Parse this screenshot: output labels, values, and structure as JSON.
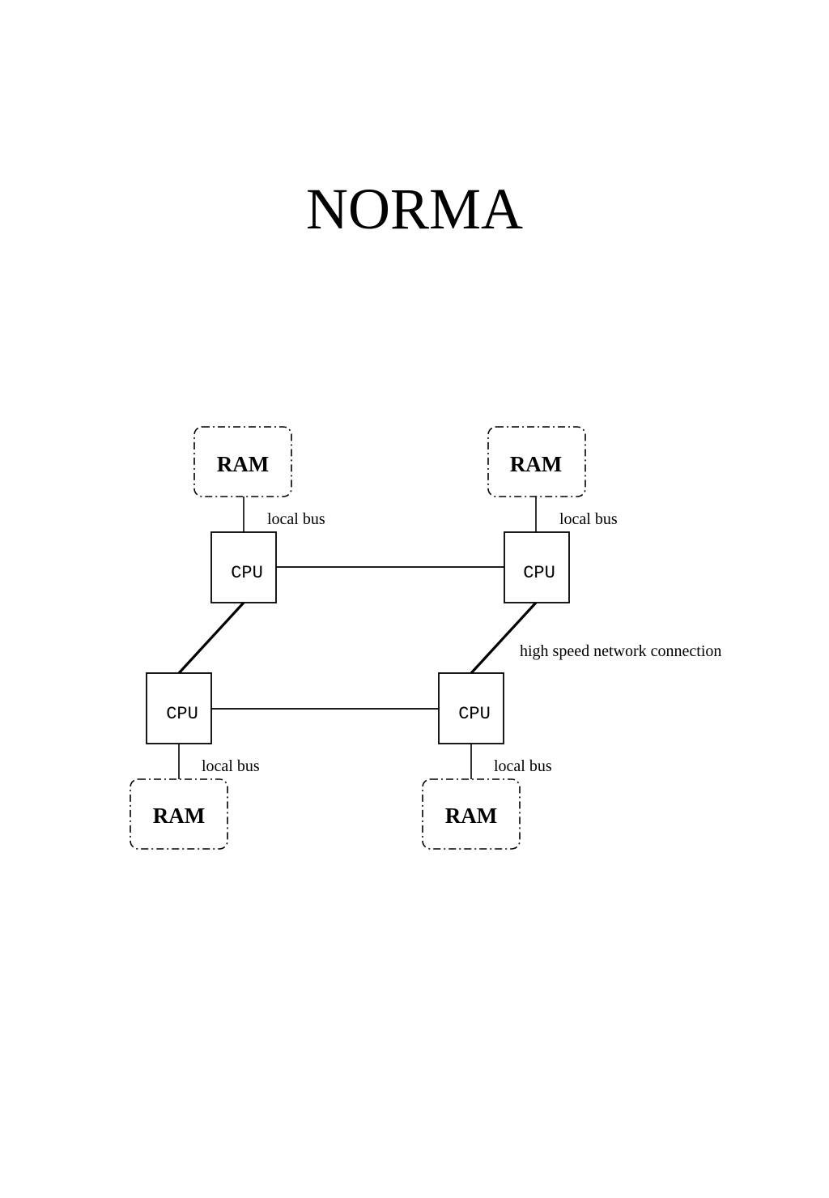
{
  "title": "NORMA",
  "diagram": {
    "ram_label": "RAM",
    "cpu_label": "CPU",
    "local_bus_label": "local bus",
    "network_label": "high speed network connection"
  }
}
